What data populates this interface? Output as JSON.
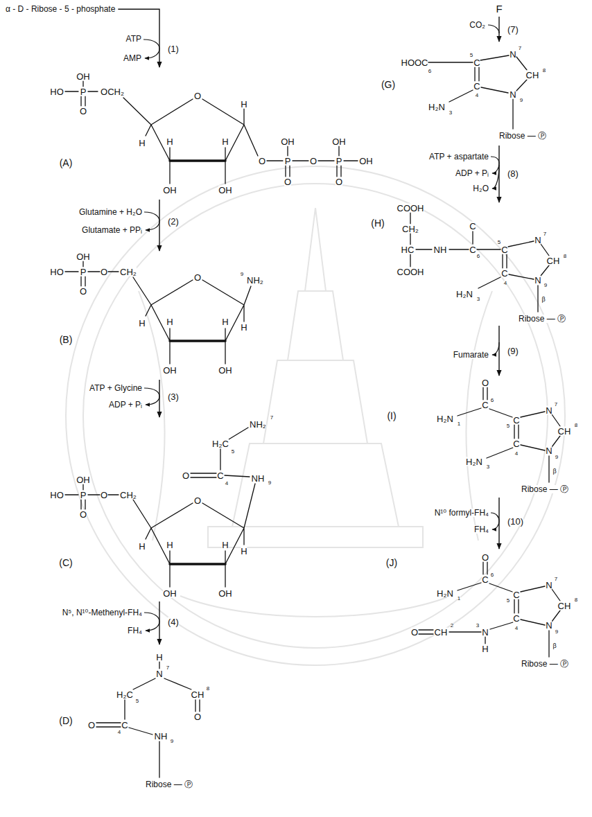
{
  "diagram": {
    "nodes": [
      {
        "text": [
          "α - D - Ribose - 5 - phosphate"
        ]
      },
      {
        "text": [
          "(A)",
          "OH",
          "HO",
          "P",
          "OCH₂",
          "O",
          "O",
          "H",
          "H",
          "OH",
          "H",
          "OH",
          "H",
          "O",
          "P",
          "O",
          "P",
          "OH",
          "OH",
          "OH",
          "O",
          "O"
        ]
      },
      {
        "text": [
          "(B)",
          "OH",
          "HO",
          "P",
          "O",
          "CH₂",
          "O",
          "O",
          "NH₂",
          "9",
          "H",
          "H",
          "OH",
          "H",
          "OH",
          "H"
        ]
      },
      {
        "text": [
          "(C)",
          "NH₂",
          "7",
          "H₂C",
          "5",
          "O",
          "C",
          "4",
          "NH",
          "9",
          "OH",
          "HO",
          "P",
          "O",
          "CH₂",
          "O",
          "O",
          "H",
          "H",
          "OH",
          "H",
          "OH",
          "H"
        ]
      },
      {
        "text": [
          "(D)",
          "H",
          "N",
          "7",
          "H₂C",
          "5",
          "CH",
          "8",
          "O",
          "O",
          "C",
          "4",
          "NH",
          "9",
          "Ribose — Ⓟ"
        ]
      },
      {
        "text": [
          "F"
        ]
      },
      {
        "text": [
          "(G)",
          "HOOC",
          "6",
          "C",
          "5",
          "N",
          "7",
          "CH",
          "8",
          "C",
          "4",
          "N",
          "9",
          "H₂N",
          "3",
          "Ribose — Ⓟ"
        ]
      },
      {
        "text": [
          "(H)",
          "COOH",
          "CH₂",
          "HC",
          "NH",
          "C",
          "C",
          "6",
          "C",
          "5",
          "N",
          "7",
          "CH",
          "8",
          "C",
          "4",
          "N",
          "9",
          "COOH",
          "H₂N",
          "3",
          "β",
          "Ribose — Ⓟ"
        ]
      },
      {
        "text": [
          "(I)",
          "O",
          "C",
          "6",
          "H₂N",
          "1",
          "C",
          "5",
          "N",
          "7",
          "CH",
          "8",
          "C",
          "4",
          "N",
          "9",
          "H₂N",
          "3",
          "β",
          "Ribose — Ⓟ"
        ]
      },
      {
        "text": [
          "(J)",
          "O",
          "C",
          "6",
          "H₂N",
          "1",
          "C",
          "5",
          "N",
          "7",
          "CH",
          "8",
          "C",
          "4",
          "N",
          "9",
          "N",
          "3",
          "H",
          "O",
          "CH",
          "2",
          "β",
          "Ribose — Ⓟ"
        ]
      }
    ],
    "edges": [
      {
        "from": 0,
        "to": 1,
        "arrow": "to",
        "label": "(1)"
      },
      {
        "from": 1,
        "to": 2,
        "arrow": "to",
        "label": "(2)"
      },
      {
        "from": 2,
        "to": 3,
        "arrow": "to",
        "label": "(3)"
      },
      {
        "from": 3,
        "to": 4,
        "arrow": "to",
        "label": "(4)"
      },
      {
        "from": 5,
        "to": 6,
        "arrow": "to",
        "label": "(7)"
      },
      {
        "from": 6,
        "to": 7,
        "arrow": "to",
        "label": "(8)"
      },
      {
        "from": 7,
        "to": 8,
        "arrow": "to",
        "label": "(9)"
      },
      {
        "from": 8,
        "to": 9,
        "arrow": "to",
        "label": "(10)"
      }
    ],
    "labels": [
      "ATP",
      "AMP",
      "Glutamine + H₂O",
      "Glutamate + PPᵢ",
      "ATP + Glycine",
      "ADP + Pᵢ",
      "N⁵, N¹⁰-Methenyl-FH₄",
      "FH₄",
      "CO₂",
      "ATP + aspartate",
      "ADP + Pᵢ",
      "H₂O",
      "Fumarate",
      "N¹⁰ formyl-FH₄",
      "FH₄"
    ]
  }
}
